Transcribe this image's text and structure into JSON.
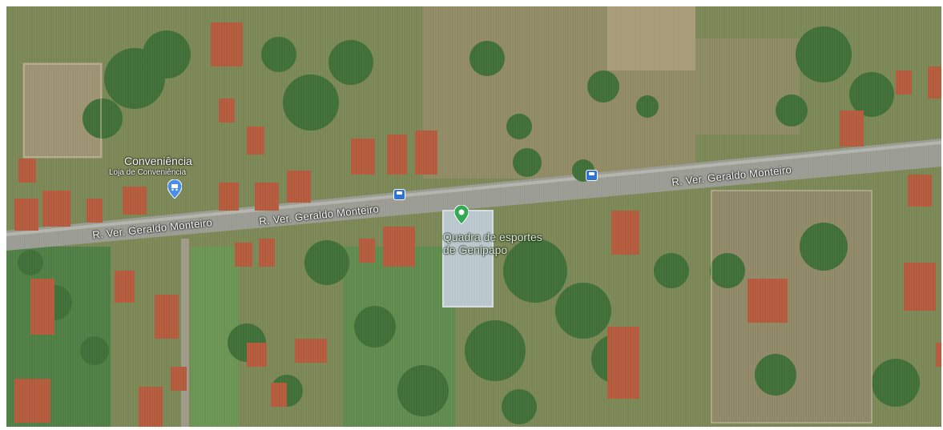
{
  "map": {
    "streets": [
      {
        "name": "R. Ver. Geraldo Monteiro"
      },
      {
        "name": "R. Ver. Geraldo Monteiro"
      },
      {
        "name": "R. Ver. Geraldo Monteiro"
      }
    ],
    "places": [
      {
        "name": "Conveniência",
        "category": "Loja de Conveniência",
        "icon": "shopping-cart-icon",
        "pin_color": "#4a8fe7"
      },
      {
        "name": "Quadra de esportes de Genipapo",
        "name_line1": "Quadra de esportes",
        "name_line2": "de Genipapo",
        "icon": "sports-pin-icon",
        "pin_color": "#34a853"
      }
    ],
    "transit_icon": "bus-stop-icon",
    "transit_color": "#2f73d8"
  }
}
